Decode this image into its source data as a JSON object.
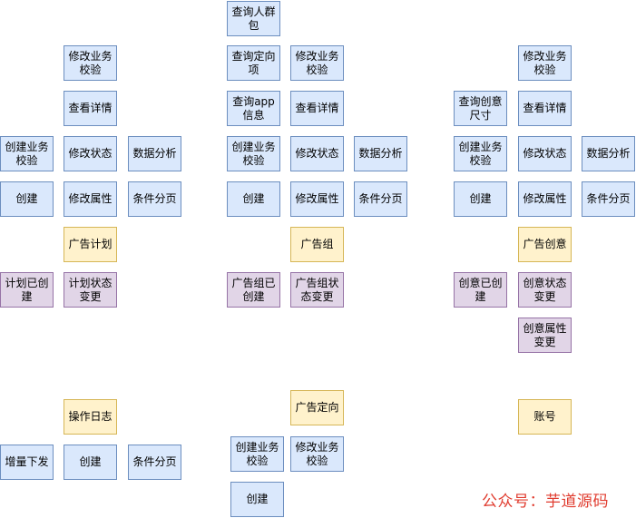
{
  "colors": {
    "blue_fill": "#dae8fc",
    "blue_stroke": "#6c8ebf",
    "yellow_fill": "#fff2cc",
    "yellow_stroke": "#d6b656",
    "purple_fill": "#e1d5e7",
    "purple_stroke": "#9673a6",
    "watermark": "#e03c2f"
  },
  "nodes": [
    {
      "id": "query-audience-pack",
      "text": "查询人群包",
      "color": "blue"
    },
    {
      "id": "plan-modify-biz-validate",
      "text": "修改业务校验",
      "color": "blue"
    },
    {
      "id": "plan-view-details",
      "text": "查看详情",
      "color": "blue"
    },
    {
      "id": "plan-create-biz-validate",
      "text": "创建业务校验",
      "color": "blue"
    },
    {
      "id": "plan-modify-status",
      "text": "修改状态",
      "color": "blue"
    },
    {
      "id": "plan-data-analysis",
      "text": "数据分析",
      "color": "blue"
    },
    {
      "id": "plan-create",
      "text": "创建",
      "color": "blue"
    },
    {
      "id": "plan-modify-attr",
      "text": "修改属性",
      "color": "blue"
    },
    {
      "id": "plan-cond-paging",
      "text": "条件分页",
      "color": "blue"
    },
    {
      "id": "ad-plan",
      "text": "广告计划",
      "color": "yellow"
    },
    {
      "id": "plan-created",
      "text": "计划已创建",
      "color": "purple"
    },
    {
      "id": "plan-status-change",
      "text": "计划状态变更",
      "color": "purple"
    },
    {
      "id": "group-query-targeting",
      "text": "查询定向项",
      "color": "blue"
    },
    {
      "id": "group-modify-biz-validate",
      "text": "修改业务校验",
      "color": "blue"
    },
    {
      "id": "group-query-app-info",
      "text": "查询app信息",
      "color": "blue"
    },
    {
      "id": "group-view-details",
      "text": "查看详情",
      "color": "blue"
    },
    {
      "id": "group-create-biz-validate",
      "text": "创建业务校验",
      "color": "blue"
    },
    {
      "id": "group-modify-status",
      "text": "修改状态",
      "color": "blue"
    },
    {
      "id": "group-data-analysis",
      "text": "数据分析",
      "color": "blue"
    },
    {
      "id": "group-create",
      "text": "创建",
      "color": "blue"
    },
    {
      "id": "group-modify-attr",
      "text": "修改属性",
      "color": "blue"
    },
    {
      "id": "group-cond-paging",
      "text": "条件分页",
      "color": "blue"
    },
    {
      "id": "ad-group",
      "text": "广告组",
      "color": "yellow"
    },
    {
      "id": "group-created",
      "text": "广告组已创建",
      "color": "purple"
    },
    {
      "id": "group-status-change",
      "text": "广告组状态变更",
      "color": "purple"
    },
    {
      "id": "creative-modify-biz-validate",
      "text": "修改业务校验",
      "color": "blue"
    },
    {
      "id": "creative-query-size",
      "text": "查询创意尺寸",
      "color": "blue"
    },
    {
      "id": "creative-view-details",
      "text": "查看详情",
      "color": "blue"
    },
    {
      "id": "creative-create-biz-validate",
      "text": "创建业务校验",
      "color": "blue"
    },
    {
      "id": "creative-modify-status",
      "text": "修改状态",
      "color": "blue"
    },
    {
      "id": "creative-data-analysis",
      "text": "数据分析",
      "color": "blue"
    },
    {
      "id": "creative-create",
      "text": "创建",
      "color": "blue"
    },
    {
      "id": "creative-modify-attr",
      "text": "修改属性",
      "color": "blue"
    },
    {
      "id": "creative-cond-paging",
      "text": "条件分页",
      "color": "blue"
    },
    {
      "id": "ad-creative",
      "text": "广告创意",
      "color": "yellow"
    },
    {
      "id": "creative-created",
      "text": "创意已创建",
      "color": "purple"
    },
    {
      "id": "creative-status-change",
      "text": "创意状态变更",
      "color": "purple"
    },
    {
      "id": "creative-attr-change",
      "text": "创意属性变更",
      "color": "purple"
    },
    {
      "id": "operation-log",
      "text": "操作日志",
      "color": "yellow"
    },
    {
      "id": "log-incremental-push",
      "text": "增量下发",
      "color": "blue"
    },
    {
      "id": "log-create",
      "text": "创建",
      "color": "blue"
    },
    {
      "id": "log-cond-paging",
      "text": "条件分页",
      "color": "blue"
    },
    {
      "id": "ad-targeting",
      "text": "广告定向",
      "color": "yellow"
    },
    {
      "id": "targeting-create-biz-validate",
      "text": "创建业务校验",
      "color": "blue"
    },
    {
      "id": "targeting-modify-biz-validate",
      "text": "修改业务校验",
      "color": "blue"
    },
    {
      "id": "targeting-create",
      "text": "创建",
      "color": "blue"
    },
    {
      "id": "account",
      "text": "账号",
      "color": "yellow"
    }
  ],
  "watermark": "公众号：芋道源码"
}
